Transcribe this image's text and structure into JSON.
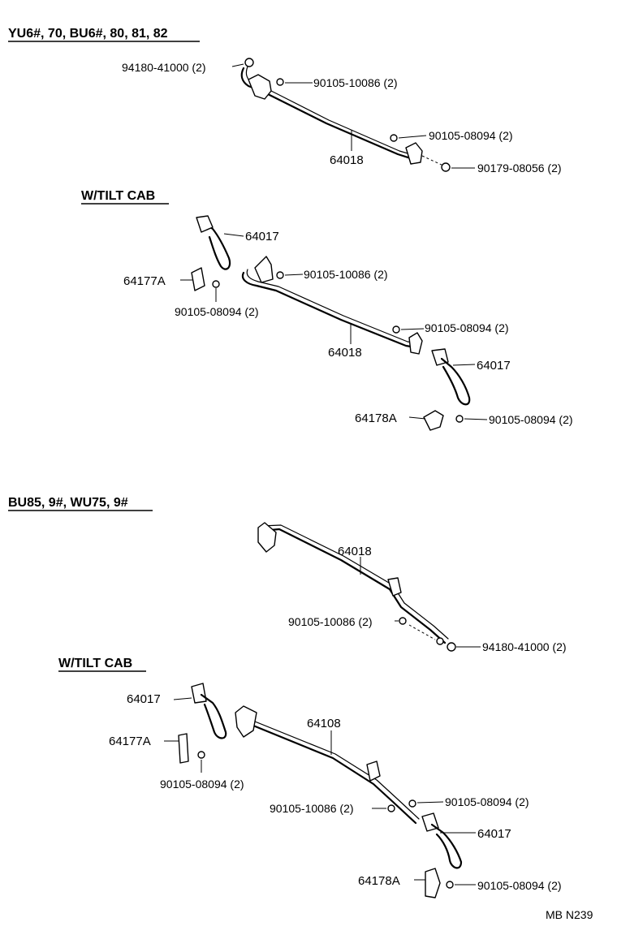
{
  "sections": [
    {
      "heading": "YU6#, 70, BU6#, 80, 81, 82",
      "labels": [
        "94180-41000 (2)",
        "90105-10086 (2)",
        "90105-08094 (2)",
        "64018",
        "90179-08056 (2)"
      ]
    },
    {
      "heading": "W/TILT CAB",
      "labels": [
        "64017",
        "90105-10086 (2)",
        "64177A",
        "90105-08094 (2)",
        "90105-08094 (2)",
        "64018",
        "64017",
        "64178A",
        "90105-08094 (2)"
      ]
    },
    {
      "heading": "BU85, 9#, WU75, 9#",
      "labels": [
        "64018",
        "90105-10086 (2)",
        "94180-41000 (2)"
      ]
    },
    {
      "heading": "W/TILT CAB",
      "labels": [
        "64017",
        "64108",
        "64177A",
        "90105-08094 (2)",
        "90105-08094 (2)",
        "90105-10086 (2)",
        "64017",
        "64178A",
        "90105-08094 (2)"
      ]
    }
  ],
  "diagram_code": "MB N239"
}
